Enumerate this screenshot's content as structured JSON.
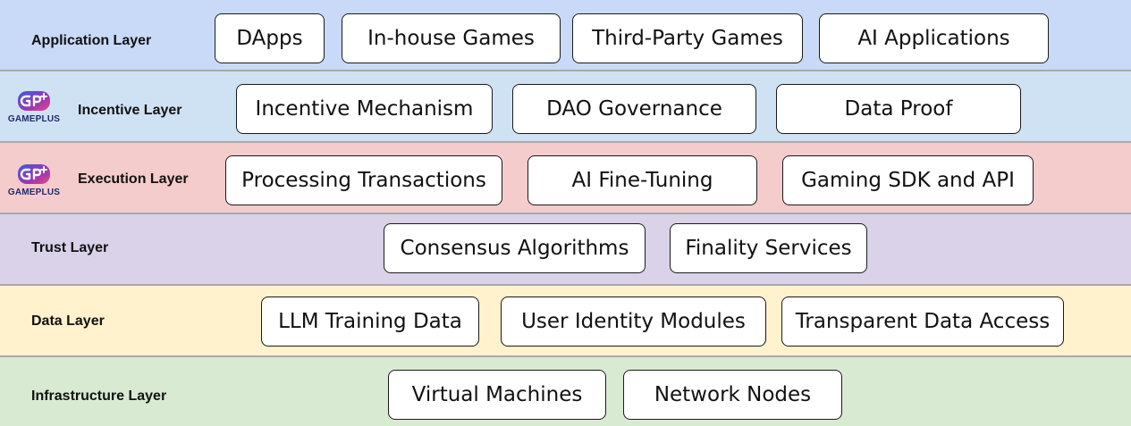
{
  "layers": [
    {
      "title": "Application Layer",
      "color": "#c9daf8",
      "logo": false,
      "items": [
        "DApps",
        "In-house Games",
        "Third-Party Games",
        "AI Applications"
      ]
    },
    {
      "title": "Incentive Layer",
      "color": "#cfe2f3",
      "logo": true,
      "items": [
        "Incentive Mechanism",
        "DAO Governance",
        "Data Proof"
      ]
    },
    {
      "title": "Execution Layer",
      "color": "#f4cccc",
      "logo": true,
      "items": [
        "Processing Transactions",
        "AI Fine-Tuning",
        "Gaming SDK and API"
      ]
    },
    {
      "title": "Trust Layer",
      "color": "#d9d2e9",
      "logo": false,
      "items": [
        "Consensus Algorithms",
        "Finality Services"
      ]
    },
    {
      "title": "Data Layer",
      "color": "#fff2cc",
      "logo": false,
      "items": [
        "LLM Training Data",
        "User Identity Modules",
        "Transparent Data Access"
      ]
    },
    {
      "title": "Infrastructure Layer",
      "color": "#d9ead3",
      "logo": false,
      "items": [
        "Virtual Machines",
        "Network Nodes"
      ]
    }
  ],
  "logo": {
    "icon": "gameplus-logo-icon",
    "text": "GAMEPLUS",
    "colors": [
      "#3b5bdb",
      "#9c36b5",
      "#e64980"
    ]
  }
}
